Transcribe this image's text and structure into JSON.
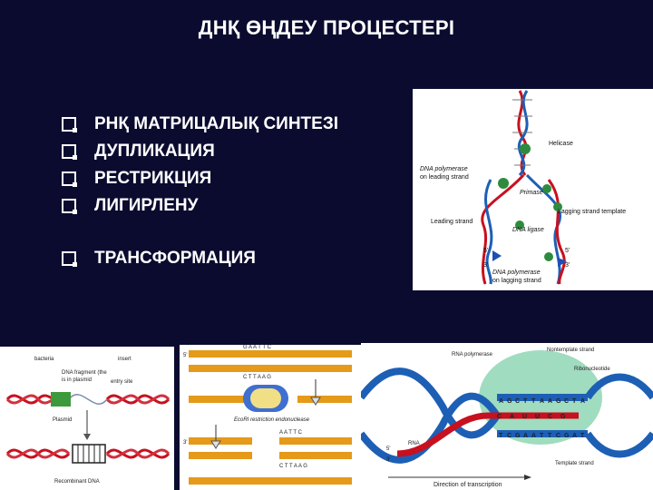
{
  "slide": {
    "title": "ДНҚ ӨҢДЕУ ПРОЦЕСТЕРІ",
    "bullets": [
      "РНҚ МАТРИЦАЛЫҚ СИНТЕЗІ",
      "ДУПЛИКАЦИЯ",
      "РЕСТРИКЦИЯ",
      "ЛИГИРЛЕНУ",
      "ТРАНСФОРМАЦИЯ"
    ]
  },
  "replication": {
    "helicase": "Helicase",
    "dna_pol_leading_1": "DNA polymerase",
    "dna_pol_leading_2": "on leading strand",
    "primase": "Primase",
    "lagging_template": "Lagging strand template",
    "leading_strand": "Leading strand",
    "dna_ligase": "DNA ligase",
    "five_prime": "5'",
    "three_prime": "3'",
    "dna_pol_lagging_1": "DNA polymerase",
    "dna_pol_lagging_2": "on lagging strand"
  },
  "ligation": {
    "bacteria": "bacteria",
    "insert": "insert",
    "dna_fragment_1": "DNA fragment (the",
    "dna_fragment_2": "is in plasmid",
    "entry": "entry site",
    "plasmid": "Plasmid",
    "recombinant": "Recombinant DNA"
  },
  "restriction": {
    "top_seq": "G A A T T C",
    "top_seq2": "C T T A A G",
    "enzyme": "EcoRI restriction endonuclease",
    "bot_seq": "A A T T C",
    "bot_seq2": "C T T A A G",
    "five_prime": "5'",
    "three_prime": "3'"
  },
  "transcription": {
    "rna_polymerase": "RNA polymerase",
    "nontemplate": "Nontemplate strand",
    "ribonucleotide": "Ribonucleotide",
    "rna": "RNA",
    "template": "Template strand",
    "direction": "Direction of transcription",
    "five_prime": "5'",
    "three_prime": "3'",
    "top_bases": [
      "A",
      "G",
      "C",
      "T",
      "T",
      "A",
      "A",
      "G",
      "C",
      "T",
      "A"
    ],
    "bot_bases": [
      "T",
      "C",
      "G",
      "A",
      "A",
      "T",
      "T",
      "C",
      "G",
      "A",
      "T"
    ],
    "rna_bases": [
      "C",
      "A",
      "U",
      "U",
      "C",
      "G"
    ]
  },
  "colors": {
    "background": "#0b0b30",
    "dna_red": "#c8101e",
    "dna_blue": "#1d5fb5",
    "rna_red": "#c8101e",
    "polymerase": "#8fd6b4",
    "enzyme": "#3f6fd0"
  }
}
